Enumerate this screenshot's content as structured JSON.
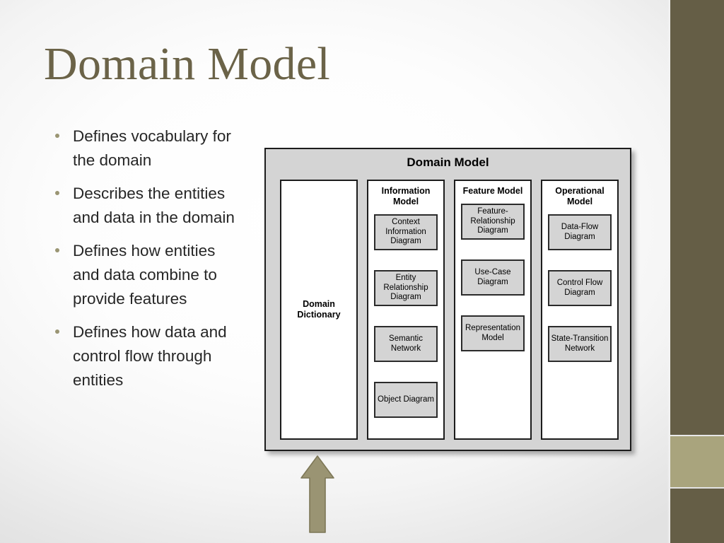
{
  "slide": {
    "title": "Domain Model",
    "bullets": [
      "Defines vocabulary for the domain",
      "Describes the entities and data in the domain",
      "Defines how entities and data combine to provide features",
      "Defines how data and control flow through entities"
    ]
  },
  "diagram": {
    "title": "Domain Model",
    "columns": [
      {
        "title": "Domain Dictionary",
        "title_centered": true,
        "boxes": []
      },
      {
        "title": "Information Model",
        "title_centered": false,
        "boxes": [
          "Context Information Diagram",
          "Entity Relationship Diagram",
          "Semantic Network",
          "Object Diagram"
        ]
      },
      {
        "title": "Feature Model",
        "title_centered": false,
        "boxes": [
          "Feature-Relationship Diagram",
          "Use-Case Diagram",
          "Representation Model"
        ]
      },
      {
        "title": "Operational Model",
        "title_centered": false,
        "boxes": [
          "Data-Flow Diagram",
          "Control Flow Diagram",
          "State-Transition Network"
        ]
      }
    ]
  },
  "annotation": {
    "arrow_icon": "up-arrow-icon",
    "arrow_color": "#9a9473",
    "arrow_points_to": "Domain Dictionary"
  },
  "theme": {
    "title_color": "#6b6348",
    "bullet_color": "#9a9573",
    "body_text_color": "#262626",
    "sidebar_dark": "#655e46",
    "sidebar_light": "#a9a47d",
    "diagram_fill": "#d4d4d4",
    "diagram_border": "#1c1c1c"
  }
}
